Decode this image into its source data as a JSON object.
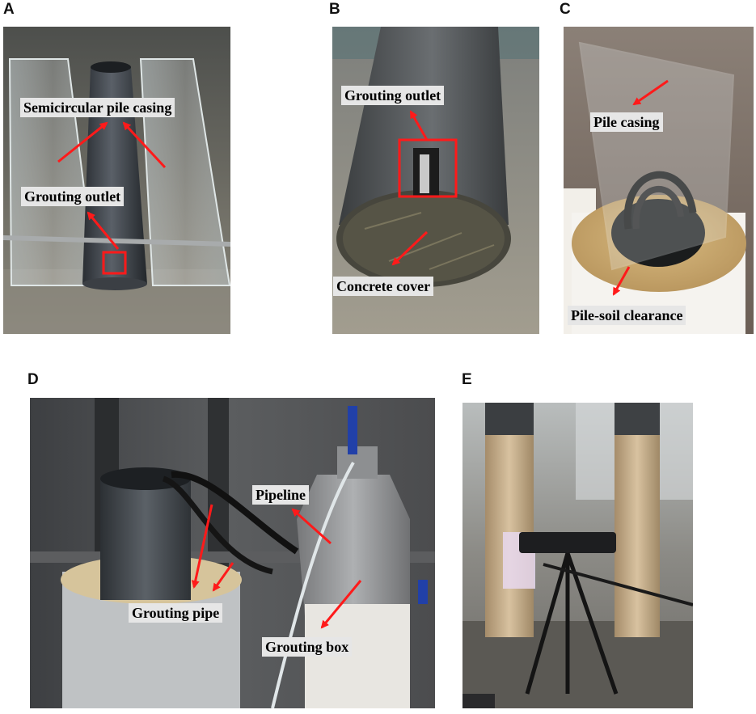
{
  "panels": {
    "a": {
      "letter": "A",
      "labels": {
        "casing": "Semicircular pile casing",
        "outlet": "Grouting outlet"
      }
    },
    "b": {
      "letter": "B",
      "labels": {
        "outlet": "Grouting outlet",
        "cover": "Concrete cover"
      }
    },
    "c": {
      "letter": "C",
      "labels": {
        "casing": "Pile casing",
        "clearance": "Pile-soil clearance"
      }
    },
    "d": {
      "letter": "D",
      "labels": {
        "pipeline": "Pipeline",
        "pipe": "Grouting pipe",
        "box": "Grouting box"
      }
    },
    "e": {
      "letter": "E"
    }
  },
  "colors": {
    "arrow": "#ff1a1a",
    "label_bg": "#e6e6e6"
  }
}
